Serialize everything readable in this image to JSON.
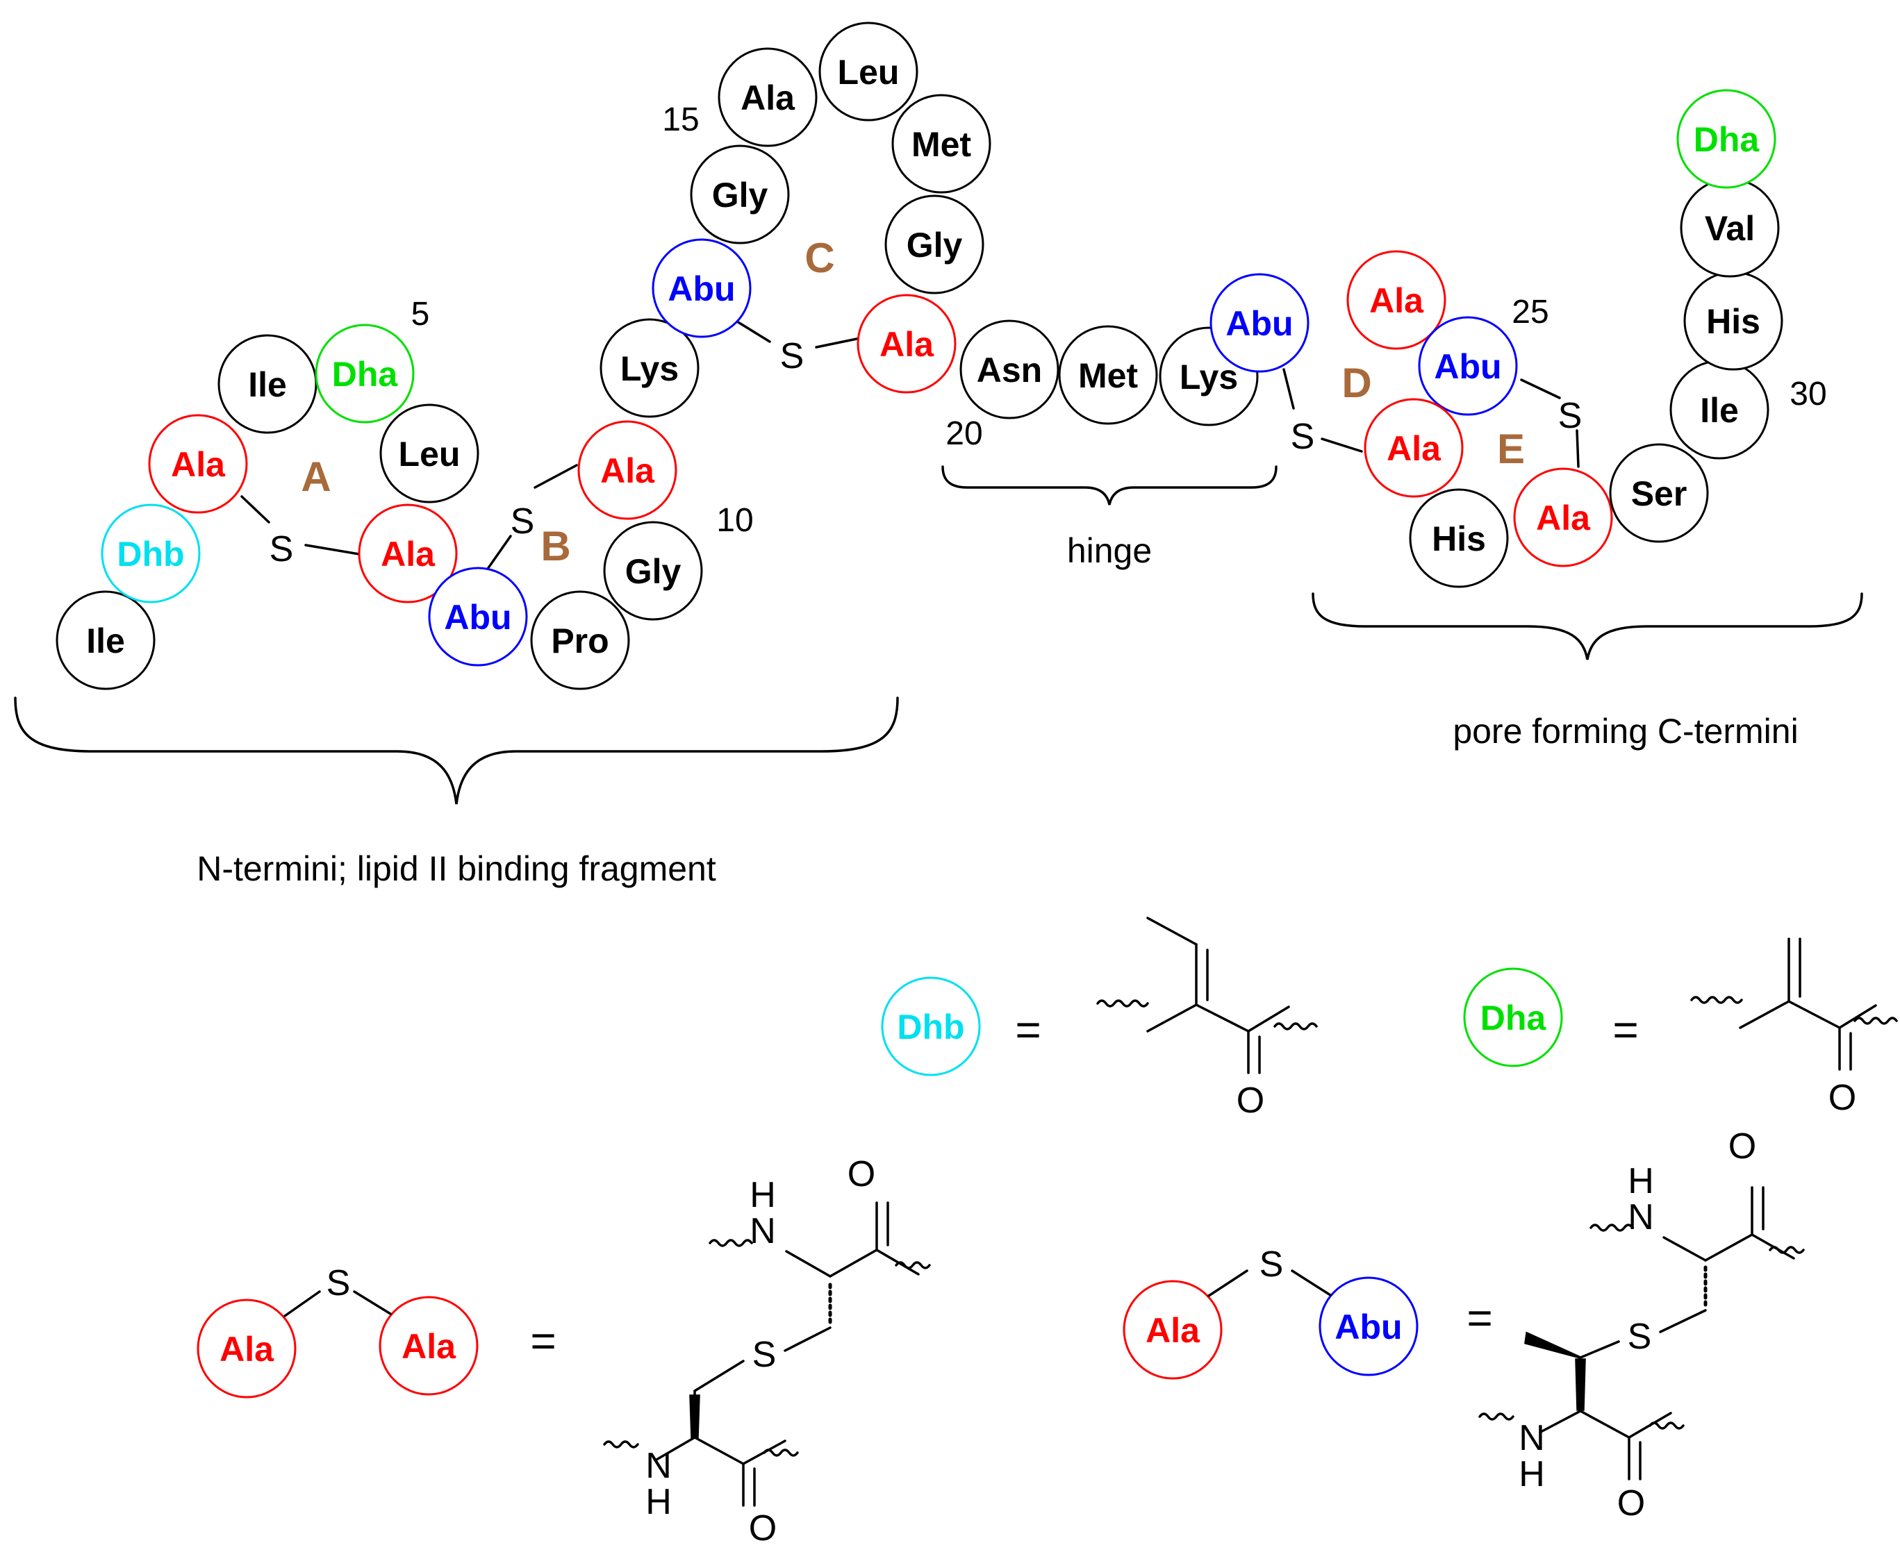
{
  "colors": {
    "standard": "#000000",
    "ala": "#ff0000",
    "abu": "#0000ff",
    "dha": "#00e000",
    "dhb": "#00e0f0",
    "ring_letter": "#a86a3a"
  },
  "residues": [
    {
      "label": "Ile",
      "kind": "standard"
    },
    {
      "label": "Dhb",
      "kind": "dhb"
    },
    {
      "label": "Ala",
      "kind": "ala"
    },
    {
      "label": "Ile",
      "kind": "standard"
    },
    {
      "label": "Dha",
      "kind": "dha"
    },
    {
      "label": "Leu",
      "kind": "standard"
    },
    {
      "label": "Ala",
      "kind": "ala"
    },
    {
      "label": "Abu",
      "kind": "abu"
    },
    {
      "label": "Pro",
      "kind": "standard"
    },
    {
      "label": "Gly",
      "kind": "standard"
    },
    {
      "label": "Ala",
      "kind": "ala"
    },
    {
      "label": "Lys",
      "kind": "standard"
    },
    {
      "label": "Abu",
      "kind": "abu"
    },
    {
      "label": "Gly",
      "kind": "standard"
    },
    {
      "label": "Ala",
      "kind": "standard"
    },
    {
      "label": "Leu",
      "kind": "standard"
    },
    {
      "label": "Met",
      "kind": "standard"
    },
    {
      "label": "Gly",
      "kind": "standard"
    },
    {
      "label": "Ala",
      "kind": "ala"
    },
    {
      "label": "Asn",
      "kind": "standard"
    },
    {
      "label": "Met",
      "kind": "standard"
    },
    {
      "label": "Lys",
      "kind": "standard"
    },
    {
      "label": "Abu",
      "kind": "abu"
    },
    {
      "label": "Ala",
      "kind": "ala"
    },
    {
      "label": "Abu",
      "kind": "abu"
    },
    {
      "label": "Ala",
      "kind": "ala"
    },
    {
      "label": "Ala",
      "kind": "ala"
    },
    {
      "label": "His",
      "kind": "standard"
    },
    {
      "label": "Ser",
      "kind": "standard"
    },
    {
      "label": "Ile",
      "kind": "standard"
    },
    {
      "label": "His",
      "kind": "standard"
    },
    {
      "label": "Val",
      "kind": "standard"
    },
    {
      "label": "Dha",
      "kind": "dha"
    }
  ],
  "ring_labels": [
    "A",
    "B",
    "C",
    "D",
    "E"
  ],
  "position_numbers": [
    "5",
    "10",
    "15",
    "20",
    "25",
    "30"
  ],
  "sulfur_symbol": "S",
  "regions": {
    "n_term": "N-termini; lipid II binding fragment",
    "hinge": "hinge",
    "c_term": "pore forming C-termini"
  },
  "legend": {
    "equals": "=",
    "dhb_label": "Dhb",
    "dha_label": "Dha",
    "ala_label": "Ala",
    "abu_label": "Abu",
    "atom_o": "O",
    "atom_n": "N",
    "atom_h": "H",
    "atom_s": "S"
  }
}
